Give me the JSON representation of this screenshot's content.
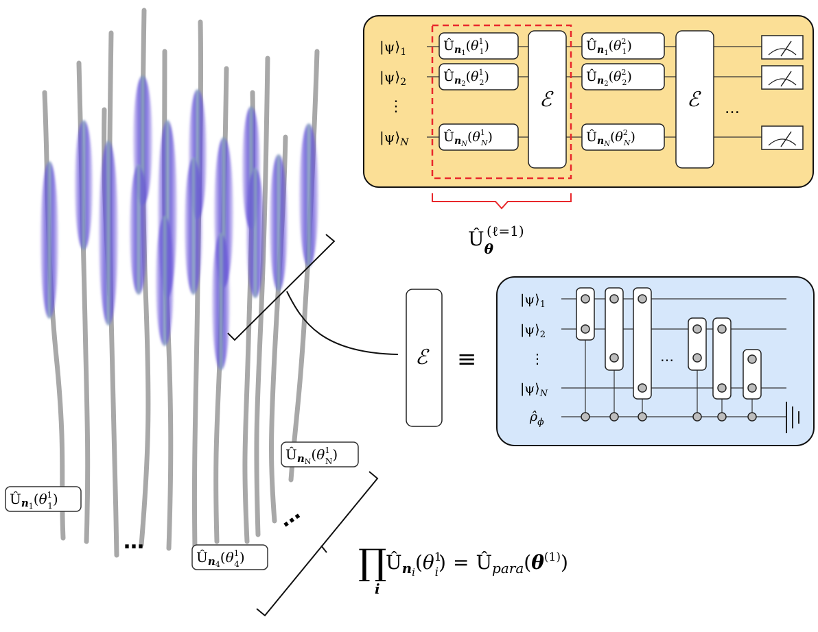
{
  "circuit": {
    "inputs": [
      {
        "ket": "|ψ⟩",
        "sub": "1"
      },
      {
        "ket": "|ψ⟩",
        "sub": "2"
      },
      {
        "ket": "|ψ⟩",
        "sub": "N"
      }
    ],
    "vdots": "⋮",
    "layer1_gates": [
      {
        "U": "Û",
        "n": "n",
        "nsub": "1",
        "theta": "θ",
        "tsup": "1",
        "tsub": "1"
      },
      {
        "U": "Û",
        "n": "n",
        "nsub": "2",
        "theta": "θ",
        "tsup": "1",
        "tsub": "2"
      },
      {
        "U": "Û",
        "n": "n",
        "nsub": "N",
        "theta": "θ",
        "tsup": "1",
        "tsub": "N"
      }
    ],
    "layer2_gates": [
      {
        "U": "Û",
        "n": "n",
        "nsub": "1",
        "theta": "θ",
        "tsup": "2",
        "tsub": "1"
      },
      {
        "U": "Û",
        "n": "n",
        "nsub": "2",
        "theta": "θ",
        "tsup": "2",
        "tsub": "2"
      },
      {
        "U": "Û",
        "n": "n",
        "nsub": "N",
        "theta": "θ",
        "tsup": "2",
        "tsub": "N"
      }
    ],
    "entangler_symbol": "ℰ",
    "ellipsis": "…",
    "layer_label": {
      "U": "Û",
      "sub": "θ",
      "sup": "(ℓ=1)"
    }
  },
  "equivalence": {
    "entangler_symbol": "ℰ",
    "equiv_symbol": "≡"
  },
  "entangler_detail": {
    "inputs": [
      {
        "ket": "|ψ⟩",
        "sub": "1"
      },
      {
        "ket": "|ψ⟩",
        "sub": "2"
      },
      {
        "ket": "|ψ⟩",
        "sub": "N"
      }
    ],
    "vdots": "⋮",
    "ancilla": {
      "rho": "ρ̂",
      "sub": "ϕ"
    },
    "ellipsis": "…"
  },
  "ensemble": {
    "labels": [
      {
        "U": "Û",
        "n": "n",
        "nsub": "1",
        "theta": "θ",
        "tsup": "1",
        "tsub": "1"
      },
      {
        "U": "Û",
        "n": "n",
        "nsub": "4",
        "theta": "θ",
        "tsup": "1",
        "tsub": "4"
      },
      {
        "U": "Û",
        "n": "n",
        "nsub": "N",
        "theta": "θ",
        "tsup": "1",
        "tsub": "N"
      }
    ],
    "ellipsis_a": "…",
    "ellipsis_b": "…"
  },
  "formula": {
    "prod": "∏",
    "prod_sub": "i",
    "U": "Û",
    "n": "n",
    "nsub": "i",
    "theta": "θ",
    "tsup": "1",
    "tsub": "i",
    "equals": "=",
    "rhs_U": "Û",
    "rhs_sub": "para",
    "rhs_arg": "θ",
    "rhs_sup": "(1)"
  },
  "colors": {
    "circuit_panel_fill": "#fbdf96",
    "entangler_panel_fill": "#d6e7fb",
    "layer_highlight": "#e8272b",
    "lobe_color": "#5a3fd6",
    "strand_color": "#8f8f8f",
    "node_fill": "#bdbdbd"
  }
}
